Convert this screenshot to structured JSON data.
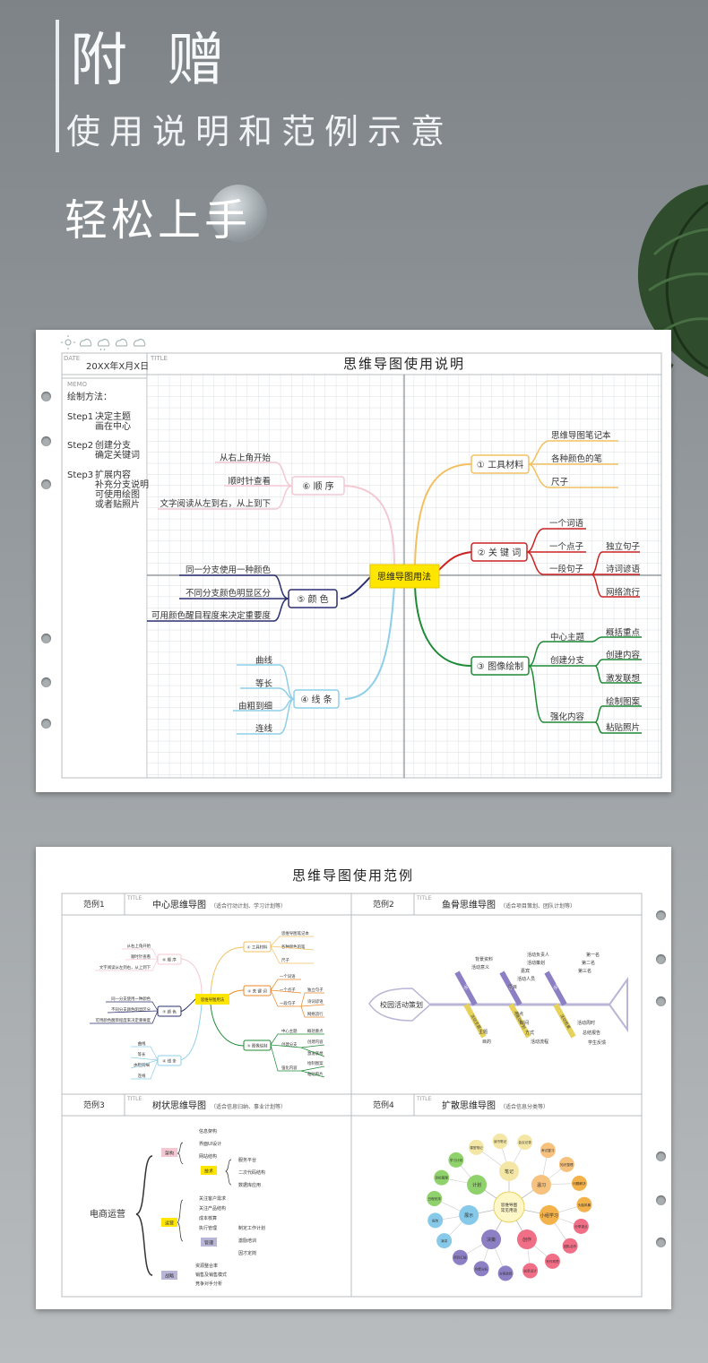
{
  "header": {
    "title": "附 赠",
    "subtitle": "使用说明和范例示意",
    "tagline": "轻松上手"
  },
  "sheet1": {
    "date_label": "DATE",
    "date_value": "20XX年X月X日",
    "title_label": "TITLE",
    "title": "思维导图使用说明",
    "memo_label": "MEMO",
    "method_heading": "绘制方法：",
    "steps": [
      {
        "tag": "Step1",
        "lines": [
          "决定主题",
          "画在中心"
        ]
      },
      {
        "tag": "Step2",
        "lines": [
          "创建分支",
          "确定关键词"
        ]
      },
      {
        "tag": "Step3",
        "lines": [
          "扩展内容",
          "补充分支说明",
          "可使用绘图",
          "或者贴照片"
        ]
      }
    ],
    "center": "思维导图用法",
    "branches": {
      "b1": {
        "label": "① 工具材料",
        "items": [
          "思维导图笔记本",
          "各种颜色的笔",
          "尺子"
        ]
      },
      "b2": {
        "label": "② 关 键 词",
        "items": [
          "一个词语",
          "一个点子",
          "一段句子"
        ],
        "subitems": [
          "独立句子",
          "诗词谚语",
          "网络流行"
        ]
      },
      "b3": {
        "label": "③ 图像绘制",
        "items": [
          "中心主题",
          "创建分支",
          "强化内容"
        ],
        "sub1": [
          "概括重点",
          "创建内容",
          "激发联想"
        ],
        "sub2": [
          "绘制图案",
          "粘贴照片"
        ]
      },
      "b4": {
        "label": "④ 线 条",
        "items": [
          "曲线",
          "等长",
          "由粗到细",
          "连线"
        ]
      },
      "b5": {
        "label": "⑤ 颜 色",
        "items": [
          "同一分支使用一种颜色",
          "不同分支颜色明显区分",
          "可用颜色醒目程度来决定重要度"
        ]
      },
      "b6": {
        "label": "⑥ 顺 序",
        "items": [
          "从右上角开始",
          "顺时针查看",
          "文字阅读从左到右，从上到下"
        ]
      }
    }
  },
  "sheet2": {
    "title": "思维导图使用范例",
    "title_label": "TITLE",
    "examples": [
      {
        "tag": "范例1",
        "name": "中心思维导图",
        "note": "（适合行动计划、学习计划等）"
      },
      {
        "tag": "范例2",
        "name": "鱼骨思维导图",
        "note": "（适合项目策划、团队计划等）"
      },
      {
        "tag": "范例3",
        "name": "树状思维导图",
        "note": "（适合信息归纳、事业计划等）"
      },
      {
        "tag": "范例4",
        "name": "扩散思维导图",
        "note": "（适合信息分类等）"
      }
    ],
    "mini_center": {
      "center": "思维导图用法",
      "b1": "① 工具材料",
      "b1_items": [
        "思维导图笔记本",
        "各种颜色的笔",
        "尺子"
      ],
      "b2": "② 关 键 词",
      "b2_items": [
        "一个词语",
        "一个点子",
        "一段句子"
      ],
      "b2_sub": [
        "独立句子",
        "诗词谚语",
        "网络流行"
      ],
      "b3": "③ 图像绘制",
      "b3_items": [
        "中心主题",
        "创建分支",
        "强化内容"
      ],
      "b3_sub": [
        "概括重点",
        "创建内容",
        "激发联想",
        "绘制图案",
        "粘贴照片"
      ],
      "b4": "④ 线 条",
      "b4_items": [
        "曲线",
        "等长",
        "由粗到细",
        "连线"
      ],
      "b5": "⑤ 颜 色",
      "b5_items": [
        "同一分支使用一种颜色",
        "不同分支颜色明显区分",
        "可用颜色醒目程度来决定重要度"
      ],
      "b6": "⑥ 顺 序",
      "b6_items": [
        "从右上角开始",
        "顺时针查看",
        "文字阅读从左到右，从上到下"
      ]
    },
    "fishbone": {
      "head": "校园活动策划",
      "top_bones": [
        "活动背景",
        "活动组织",
        "活动安排"
      ],
      "bottom_bones": [
        "活动主题",
        "活动计划",
        "活动效果"
      ],
      "top_items": [
        "背景资料",
        "活动意义",
        "活动负责人",
        "活动策划",
        "嘉宾",
        "活动人员",
        "项目",
        "第一名",
        "第二名",
        "第三名"
      ],
      "bottom_items": [
        "主题",
        "目的",
        "地点",
        "时间",
        "方式",
        "活动流程",
        "活动周时",
        "总结报告",
        "学生反馈"
      ]
    },
    "tree": {
      "root": "电商运营",
      "groups": [
        {
          "name": "架构",
          "items": [
            "信息架构",
            "界面UI设计",
            "网站结构"
          ],
          "sub_name": "技术",
          "sub_items": [
            "服务平台",
            "二次代码结构",
            "数据库应用"
          ]
        },
        {
          "name": "运营",
          "items": [
            "关注客户需求",
            "关注产品结构",
            "成本核算",
            "执行管理"
          ],
          "sub_name": "管理",
          "sub_items": [
            "制定工作计划",
            "激励培训",
            "因才定岗"
          ]
        },
        {
          "name": "战略",
          "items": [
            "资源整合率",
            "销售及销售模式",
            "竞争对手分析"
          ]
        }
      ]
    },
    "radial": {
      "center": "思维导图\n常见用途",
      "hubs": [
        "笔记",
        "温习",
        "小组学习",
        "创作",
        "决策",
        "展示",
        "计划"
      ],
      "leaves": [
        "课堂笔记",
        "读书笔记",
        "会议记录",
        "考试复习",
        "知识整理",
        "问题解决",
        "头脑风暴",
        "分享观点",
        "团队合作",
        "写作构思",
        "创意设计",
        "方案选择",
        "利弊分析",
        "项目汇报",
        "演讲",
        "报告",
        "日程安排",
        "目标管理",
        "学习计划"
      ]
    }
  }
}
